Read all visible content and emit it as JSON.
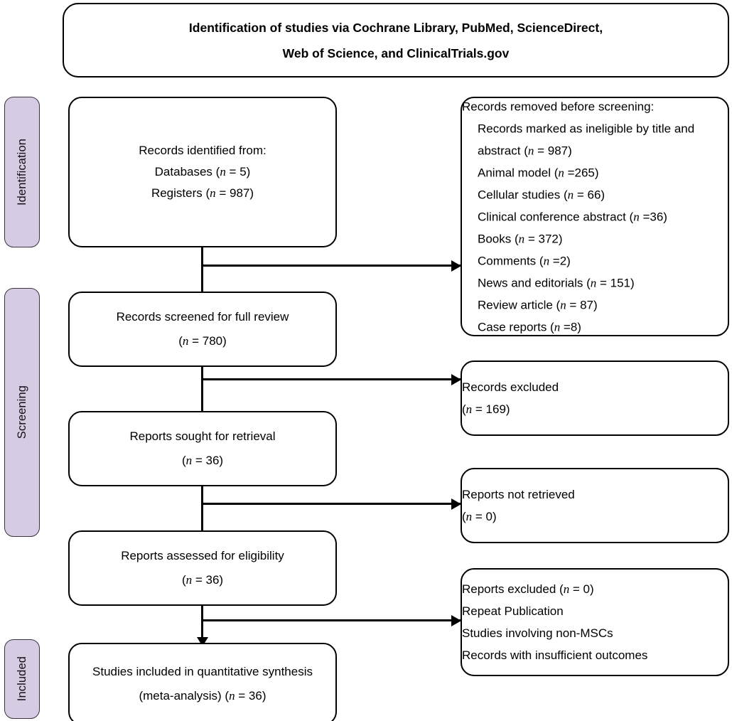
{
  "diagram": {
    "type": "prisma-flow-diagram",
    "title_box": {
      "lines": [
        "Identification of studies via Cochrane Library, PubMed, ScienceDirect,",
        "Web of Science, and ClinicalTrials.gov"
      ]
    },
    "phases": [
      {
        "label": "Identification"
      },
      {
        "label": "Screening"
      },
      {
        "label": "Included"
      }
    ],
    "boxes": {
      "records_identified": {
        "lines": [
          "Records identified from:",
          "Databases (n = 5)",
          "Registers (n = 987)"
        ]
      },
      "records_removed": {
        "lines": [
          "Records removed before screening:",
          "Records marked as ineligible by title and",
          "abstract (n = 987)",
          "Animal model (n =265)",
          "Cellular studies (n = 66)",
          "Clinical conference abstract (n =36)",
          "Books (n = 372)",
          "Comments (n =2)",
          "News and editorials (n = 151)",
          "Review article (n = 87)",
          "Case reports (n =8)"
        ]
      },
      "records_screened": {
        "lines": [
          "Records screened for full review",
          "(n = 780)"
        ]
      },
      "records_excluded": {
        "lines": [
          "Records excluded",
          "(n = 169)"
        ]
      },
      "reports_sought": {
        "lines": [
          "Reports sought for retrieval",
          "(n = 36)"
        ]
      },
      "reports_not_retrieved": {
        "lines": [
          "Reports not retrieved",
          "(n = 0)"
        ]
      },
      "reports_assessed": {
        "lines": [
          "Reports assessed for eligibility",
          "(n = 36)"
        ]
      },
      "reports_excluded": {
        "lines": [
          "Reports excluded (n = 0)",
          "Repeat Publication",
          "Studies involving non-MSCs",
          "Records with insufficient outcomes"
        ]
      },
      "studies_included": {
        "lines": [
          "Studies included in quantitative synthesis",
          "(meta-analysis) (n = 36)"
        ]
      }
    },
    "colors": {
      "phase_bar_fill": "#D5CCE3",
      "phase_bar_border": "#3A3340",
      "box_border": "#000000",
      "box_fill": "#FFFFFF",
      "text": "#000000",
      "background": "#FFFFFF"
    }
  }
}
